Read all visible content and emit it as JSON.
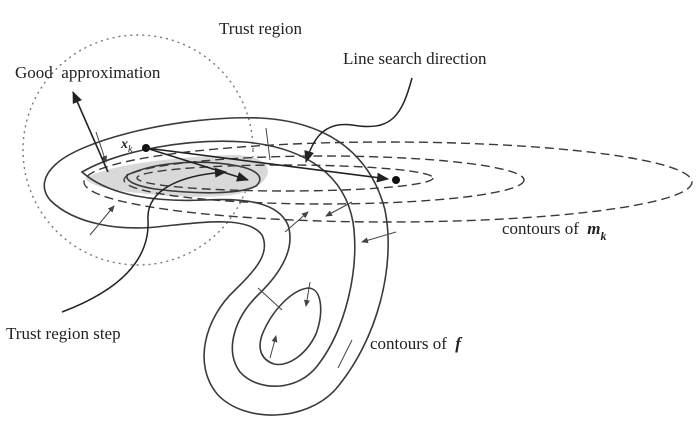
{
  "labels": {
    "trust_region": "Trust region",
    "good_approximation": "Good  approximation",
    "line_search_direction": "Line search direction",
    "xk_base": "x",
    "xk_sub": "k",
    "contours_m_prefix": "contours of ",
    "contours_m_var": "m",
    "contours_m_sub": "k",
    "trust_region_step": "Trust region step",
    "contours_f_prefix": "contours of ",
    "contours_f_var": "f"
  },
  "colors": {
    "ink": "#222222",
    "contour": "#3a3a3a",
    "shade": "#d9d9d9",
    "circle": "#777777"
  }
}
